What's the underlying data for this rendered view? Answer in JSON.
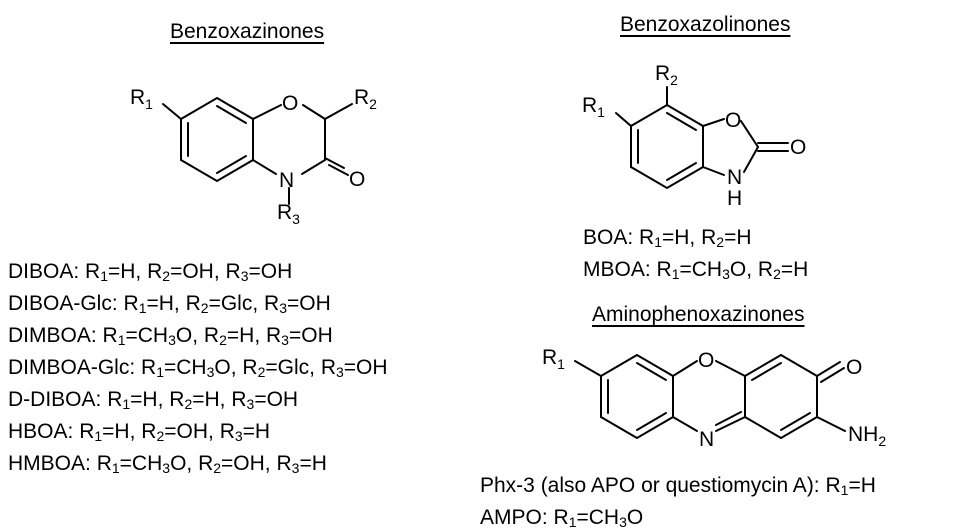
{
  "sections": {
    "benzoxazinones": {
      "title": "Benzoxazinones",
      "atoms": {
        "r1": "R",
        "r1_sub": "1",
        "o": "O",
        "r2": "R",
        "r2_sub": "2",
        "n": "N",
        "carbonyl_o": "O",
        "r3": "R",
        "r3_sub": "3"
      },
      "compounds": [
        {
          "name": "DIBOA:",
          "parts": [
            [
              "R",
              "1",
              "=H, "
            ],
            [
              "R",
              "2",
              "=OH, "
            ],
            [
              "R",
              "3",
              "=OH"
            ]
          ]
        },
        {
          "name": "DIBOA-Glc:",
          "parts": [
            [
              "R",
              "1",
              "=H, "
            ],
            [
              "R",
              "2",
              "=Glc, "
            ],
            [
              "R",
              "3",
              "=OH"
            ]
          ]
        },
        {
          "name": "DIMBOA:",
          "parts": [
            [
              "R",
              "1",
              "=CH"
            ],
            [
              "",
              "3",
              "O, "
            ],
            [
              "R",
              "2",
              "=H, "
            ],
            [
              "R",
              "3",
              "=OH"
            ]
          ]
        },
        {
          "name": "DIMBOA-Glc:",
          "parts": [
            [
              "R",
              "1",
              "=CH"
            ],
            [
              "",
              "3",
              "O, "
            ],
            [
              "R",
              "2",
              "=Glc, "
            ],
            [
              "R",
              "3",
              "=OH"
            ]
          ]
        },
        {
          "name": "D-DIBOA:",
          "parts": [
            [
              "R",
              "1",
              "=H, "
            ],
            [
              "R",
              "2",
              "=H, "
            ],
            [
              "R",
              "3",
              "=OH"
            ]
          ]
        },
        {
          "name": "HBOA:",
          "parts": [
            [
              "R",
              "1",
              "=H, "
            ],
            [
              "R",
              "2",
              "=OH, "
            ],
            [
              "R",
              "3",
              "=H"
            ]
          ]
        },
        {
          "name": "HMBOA:",
          "parts": [
            [
              "R",
              "1",
              "=CH"
            ],
            [
              "",
              "3",
              "O, "
            ],
            [
              "R",
              "2",
              "=OH, "
            ],
            [
              "R",
              "3",
              "=H"
            ]
          ]
        }
      ]
    },
    "benzoxazolinones": {
      "title": "Benzoxazolinones",
      "atoms": {
        "r1": "R",
        "r1_sub": "1",
        "r2": "R",
        "r2_sub": "2",
        "o": "O",
        "carbonyl_o": "O",
        "n": "N",
        "h": "H"
      },
      "compounds": [
        {
          "name": "BOA:",
          "parts": [
            [
              "R",
              "1",
              "=H, "
            ],
            [
              "R",
              "2",
              "=H"
            ]
          ]
        },
        {
          "name": "MBOA:",
          "parts": [
            [
              "R",
              "1",
              "=CH"
            ],
            [
              "",
              "3",
              "O, "
            ],
            [
              "R",
              "2",
              "=H"
            ]
          ]
        }
      ]
    },
    "aminophenoxazinones": {
      "title": "Aminophenoxazinones",
      "atoms": {
        "r1": "R",
        "r1_sub": "1",
        "o": "O",
        "carbonyl_o": "O",
        "n": "N",
        "nh2": "NH",
        "nh2_sub": "2"
      },
      "compounds": [
        {
          "name": "Phx-3 (also APO or questiomycin A):",
          "parts": [
            [
              "R",
              "1",
              "=H"
            ]
          ]
        },
        {
          "name": "AMPO:",
          "parts": [
            [
              "R",
              "1",
              "=CH"
            ],
            [
              "",
              "3",
              "O"
            ]
          ]
        }
      ]
    }
  }
}
